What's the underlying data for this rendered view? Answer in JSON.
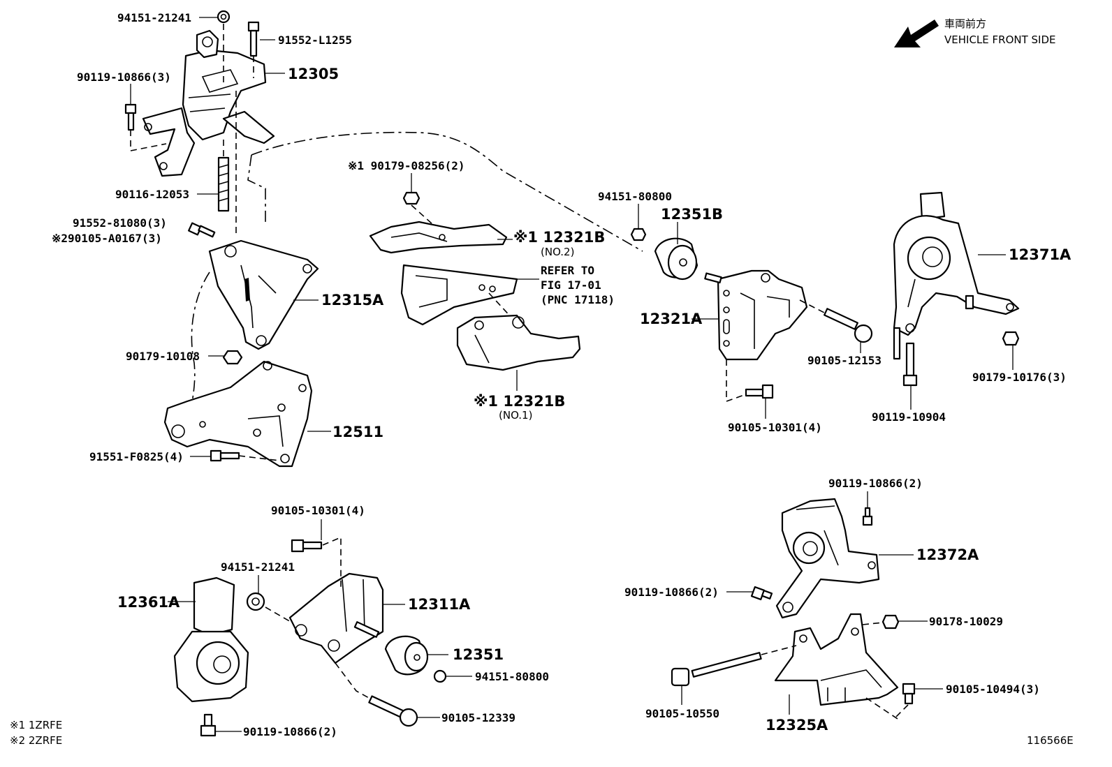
{
  "orientation": {
    "front_jp": "車両前方",
    "front_en": "VEHICLE FRONT SIDE",
    "arrow_icon": "arrow-down-left-icon"
  },
  "labels": {
    "p94151_21241_top": "94151-21241",
    "p91552_l1255": "91552-L1255",
    "p90119_10866_3": "90119-10866(3)",
    "p12305": "12305",
    "p90116_12053": "90116-12053",
    "p91552_81080": "91552-81080(3)",
    "p90105_a0167": "※290105-A0167(3)",
    "p12315a": "12315A",
    "p90179_10108": "90179-10108",
    "p12511": "12511",
    "p91551_f0825": "91551-F0825(4)",
    "p90179_08256": "※1 90179-08256(2)",
    "p12321b_no2_code": "※1 12321B",
    "p12321b_no2_sub": "(NO.2)",
    "refer1": "REFER TO",
    "refer2": "FIG 17-01",
    "refer3": "(PNC 17118)",
    "p12321b_no1_code": "※1 12321B",
    "p12321b_no1_sub": "(NO.1)",
    "p94151_80800_top": "94151-80800",
    "p12351b": "12351B",
    "p12321a": "12321A",
    "p90105_12153": "90105-12153",
    "p90105_10301_mid": "90105-10301(4)",
    "p12371a": "12371A",
    "p90179_10176": "90179-10176(3)",
    "p90119_10904": "90119-10904",
    "p90105_10301_low": "90105-10301(4)",
    "p94151_21241_low": "94151-21241",
    "p12361a": "12361A",
    "p12311a": "12311A",
    "p12351": "12351",
    "p94151_80800_low": "94151-80800",
    "p90105_12339": "90105-12339",
    "p90119_10866_bot": "90119-10866(2)",
    "p90119_10866_r1": "90119-10866(2)",
    "p12372a": "12372A",
    "p90119_10866_r2": "90119-10866(2)",
    "p90178_10029": "90178-10029",
    "p90105_10494": "90105-10494(3)",
    "p90105_10550": "90105-10550",
    "p12325a": "12325A"
  },
  "notes": {
    "n1": "※1 1ZRFE",
    "n2": "※2 2ZRFE"
  },
  "figure_id": "116566E"
}
